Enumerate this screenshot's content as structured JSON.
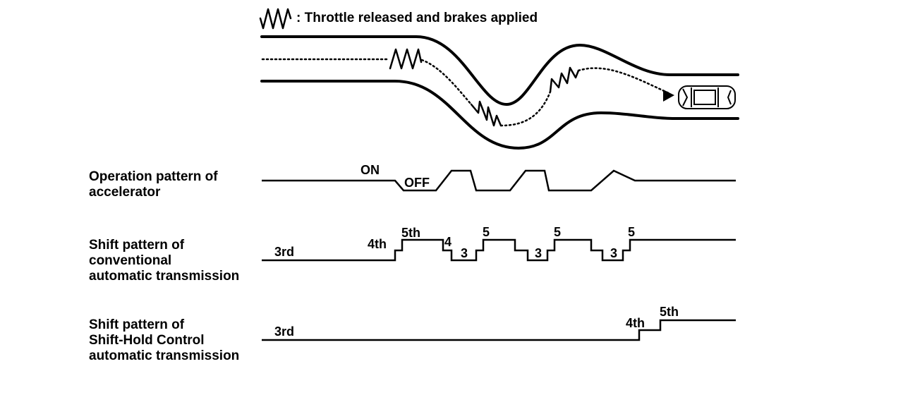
{
  "legend": {
    "icon": "zigzag-icon",
    "text": ": Throttle released and brakes applied"
  },
  "rows": {
    "accelerator": {
      "label": "Operation pattern of\naccelerator",
      "on_label": "ON",
      "off_label": "OFF"
    },
    "conventional": {
      "label": "Shift pattern of\nconventional\nautomatic transmission",
      "gears": [
        "3rd",
        "4th",
        "5th",
        "4",
        "3",
        "5",
        "3",
        "5",
        "3",
        "5"
      ]
    },
    "shift_hold": {
      "label": "Shift pattern of\nShift-Hold Control\nautomatic transmission",
      "gears": [
        "3rd",
        "4th",
        "5th"
      ]
    }
  },
  "colors": {
    "ink": "#000000",
    "background": "#ffffff"
  },
  "icons": {
    "car": "car-icon",
    "arrow": "arrow-head-icon"
  }
}
